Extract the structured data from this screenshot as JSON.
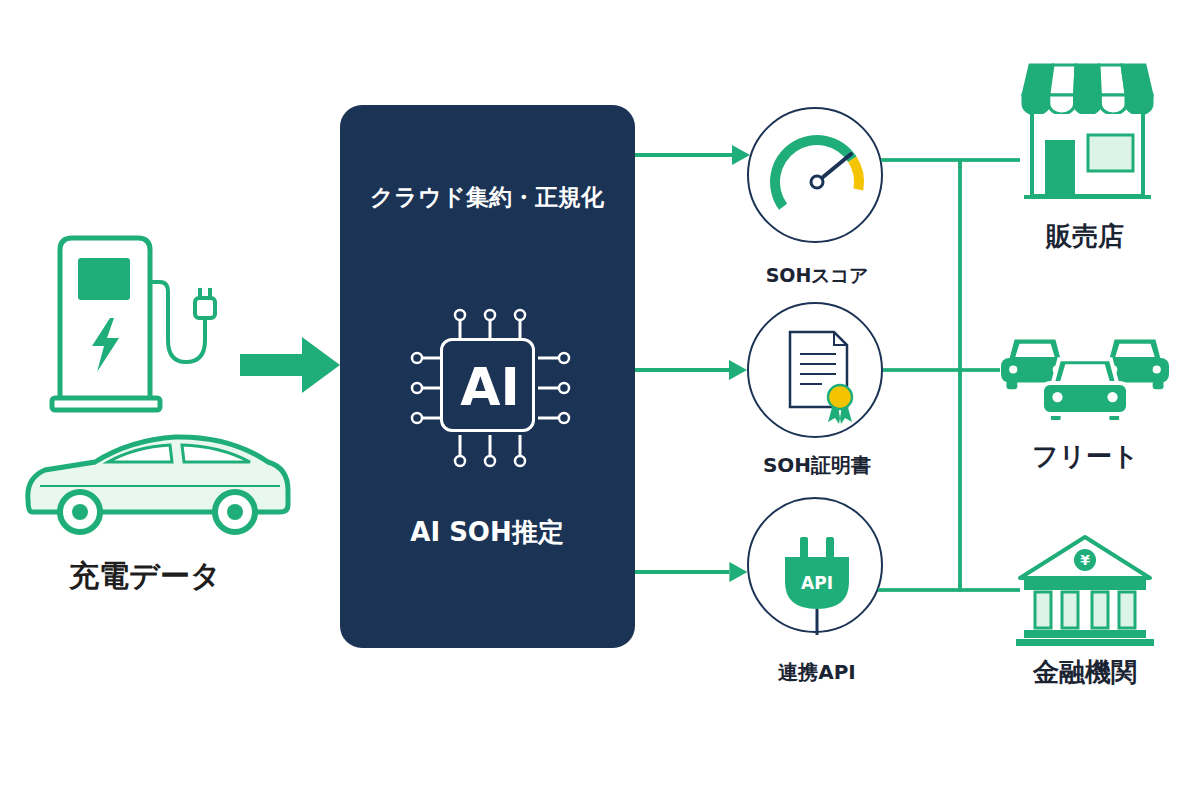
{
  "diagram": {
    "nodes": [
      {
        "text": [
          "充電データ"
        ]
      },
      {
        "text": [
          "クラウド集約・正規化",
          "AI SOH推定"
        ]
      },
      {
        "text": [
          "AI"
        ],
        "in": 1
      },
      {
        "text": [
          "SOHスコア"
        ]
      },
      {
        "text": [
          "SOH証明書"
        ]
      },
      {
        "text": [
          "API",
          "連携API"
        ]
      },
      {
        "text": [
          "販売店"
        ]
      },
      {
        "text": [
          "フリート"
        ]
      },
      {
        "text": [
          "¥",
          "金融機関"
        ]
      }
    ],
    "edges": [
      {
        "from": 0,
        "to": 1,
        "arrow": "to"
      },
      {
        "from": 1,
        "to": 3,
        "arrow": "to"
      },
      {
        "from": 1,
        "to": 4,
        "arrow": "to"
      },
      {
        "from": 1,
        "to": 5,
        "arrow": "to"
      },
      {
        "from": 3,
        "to": 6,
        "arrow": "none"
      },
      {
        "from": 3,
        "to": 7,
        "arrow": "none"
      },
      {
        "from": 3,
        "to": 8,
        "arrow": "none"
      },
      {
        "from": 4,
        "to": 6,
        "arrow": "none"
      },
      {
        "from": 4,
        "to": 7,
        "arrow": "none"
      },
      {
        "from": 4,
        "to": 8,
        "arrow": "none"
      },
      {
        "from": 5,
        "to": 6,
        "arrow": "none"
      },
      {
        "from": 5,
        "to": 7,
        "arrow": "none"
      },
      {
        "from": 5,
        "to": 8,
        "arrow": "none"
      }
    ]
  }
}
